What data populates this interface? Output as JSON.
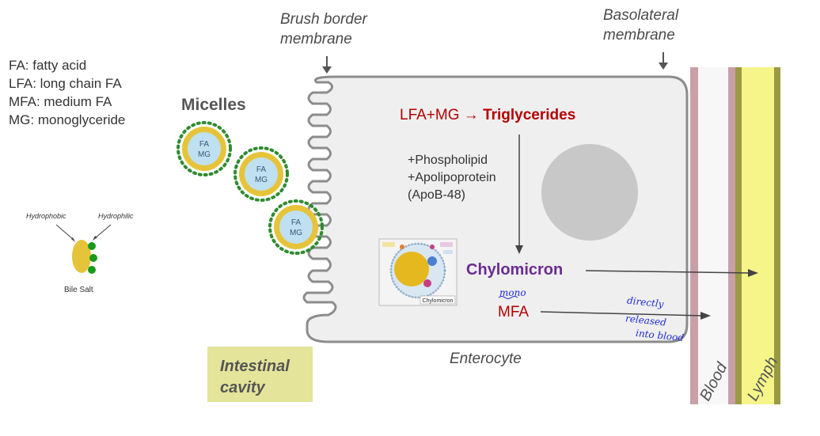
{
  "legend": {
    "fa": "FA: fatty acid",
    "lfa": "LFA: long chain FA",
    "mfa": "MFA: medium FA",
    "mg": "MG: monoglyceride"
  },
  "labels": {
    "brush_border": "Brush border membrane",
    "basolateral": "Basolateral membrane",
    "micelles": "Micelles",
    "micelle_fa": "FA",
    "micelle_mg": "MG",
    "reaction_prefix": "LFA+MG →",
    "reaction_product": "Triglycerides",
    "phospholipid": "+Phospholipid",
    "apolipoprotein": "+Apolipoprotein",
    "apob": "(ApoB-48)",
    "chylomicron": "Chylomicron",
    "mfa": "MFA",
    "enterocyte": "Enterocyte",
    "intestinal_cavity": "Intestinal cavity",
    "blood": "Blood",
    "lymph": "Lymph"
  },
  "bile_salt": {
    "hydrophobic": "Hydrophobic",
    "hydrophilic": "Hydrophilic",
    "caption": "Bile Salt"
  },
  "chylo_image": {
    "caption": "Chylomicron"
  },
  "handwriting": {
    "mono": "mono",
    "directly": "directly",
    "released": "released",
    "into_blood": "into blood"
  },
  "colors": {
    "micelle_core": "#bfe0f0",
    "micelle_shell": "#e6c43a",
    "micelle_dots": "#2e8b2e",
    "cell_fill": "#efefef",
    "cell_border": "#8c8c8c",
    "nucleus": "#c8c8c8",
    "blood_vessel": "#c9a0a8",
    "lymph_vessel": "#f5f58a",
    "cavity_box": "#e4e49a",
    "reaction_red": "#b40000",
    "chylo_purple": "#6a2c91",
    "handwriting_blue": "#1f2ad8"
  }
}
